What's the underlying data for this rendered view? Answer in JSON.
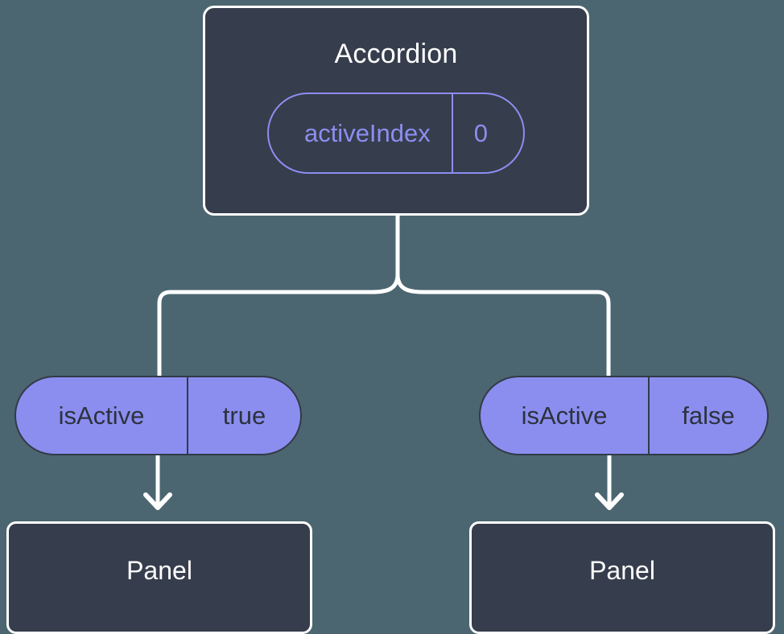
{
  "theme": {
    "background": "#4b6670",
    "card_fill": "#363d4c",
    "card_border": "#ffffff",
    "accent_purple": "#8b8eef",
    "pill_text_dark": "#2c323e",
    "connector": "#ffffff"
  },
  "diagram": {
    "type": "component-state-tree",
    "root": {
      "title": "Accordion",
      "state_pill": {
        "key": "activeIndex",
        "value": "0"
      }
    },
    "branches": [
      {
        "prop_pill": {
          "key": "isActive",
          "value": "true"
        },
        "child": {
          "title": "Panel"
        }
      },
      {
        "prop_pill": {
          "key": "isActive",
          "value": "false"
        },
        "child": {
          "title": "Panel"
        }
      }
    ]
  }
}
